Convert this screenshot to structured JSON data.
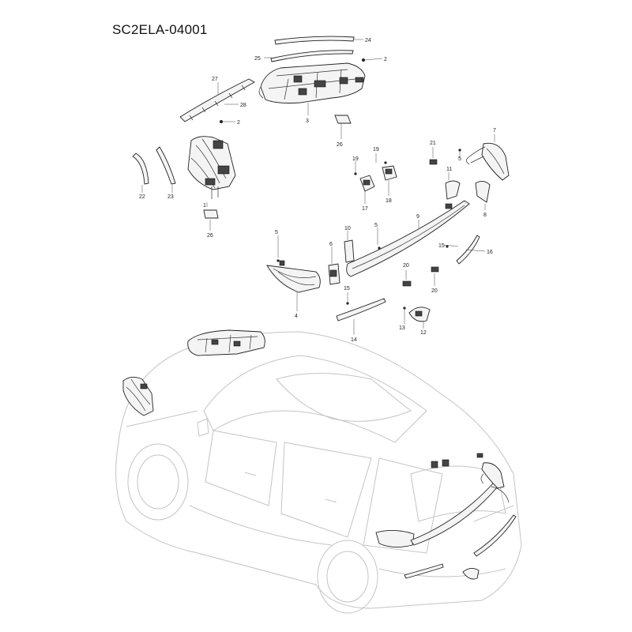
{
  "title": "SC2ELA-04001",
  "callouts": [
    "24",
    "25",
    "2",
    "27",
    "28",
    "3",
    "2",
    "26",
    "21",
    "7",
    "19",
    "19",
    "5",
    "11",
    "22",
    "23",
    "17",
    "18",
    "1",
    "26",
    "8",
    "9",
    "5",
    "5",
    "10",
    "6",
    "15",
    "16",
    "20",
    "20",
    "15",
    "4",
    "13",
    "12",
    "14"
  ]
}
